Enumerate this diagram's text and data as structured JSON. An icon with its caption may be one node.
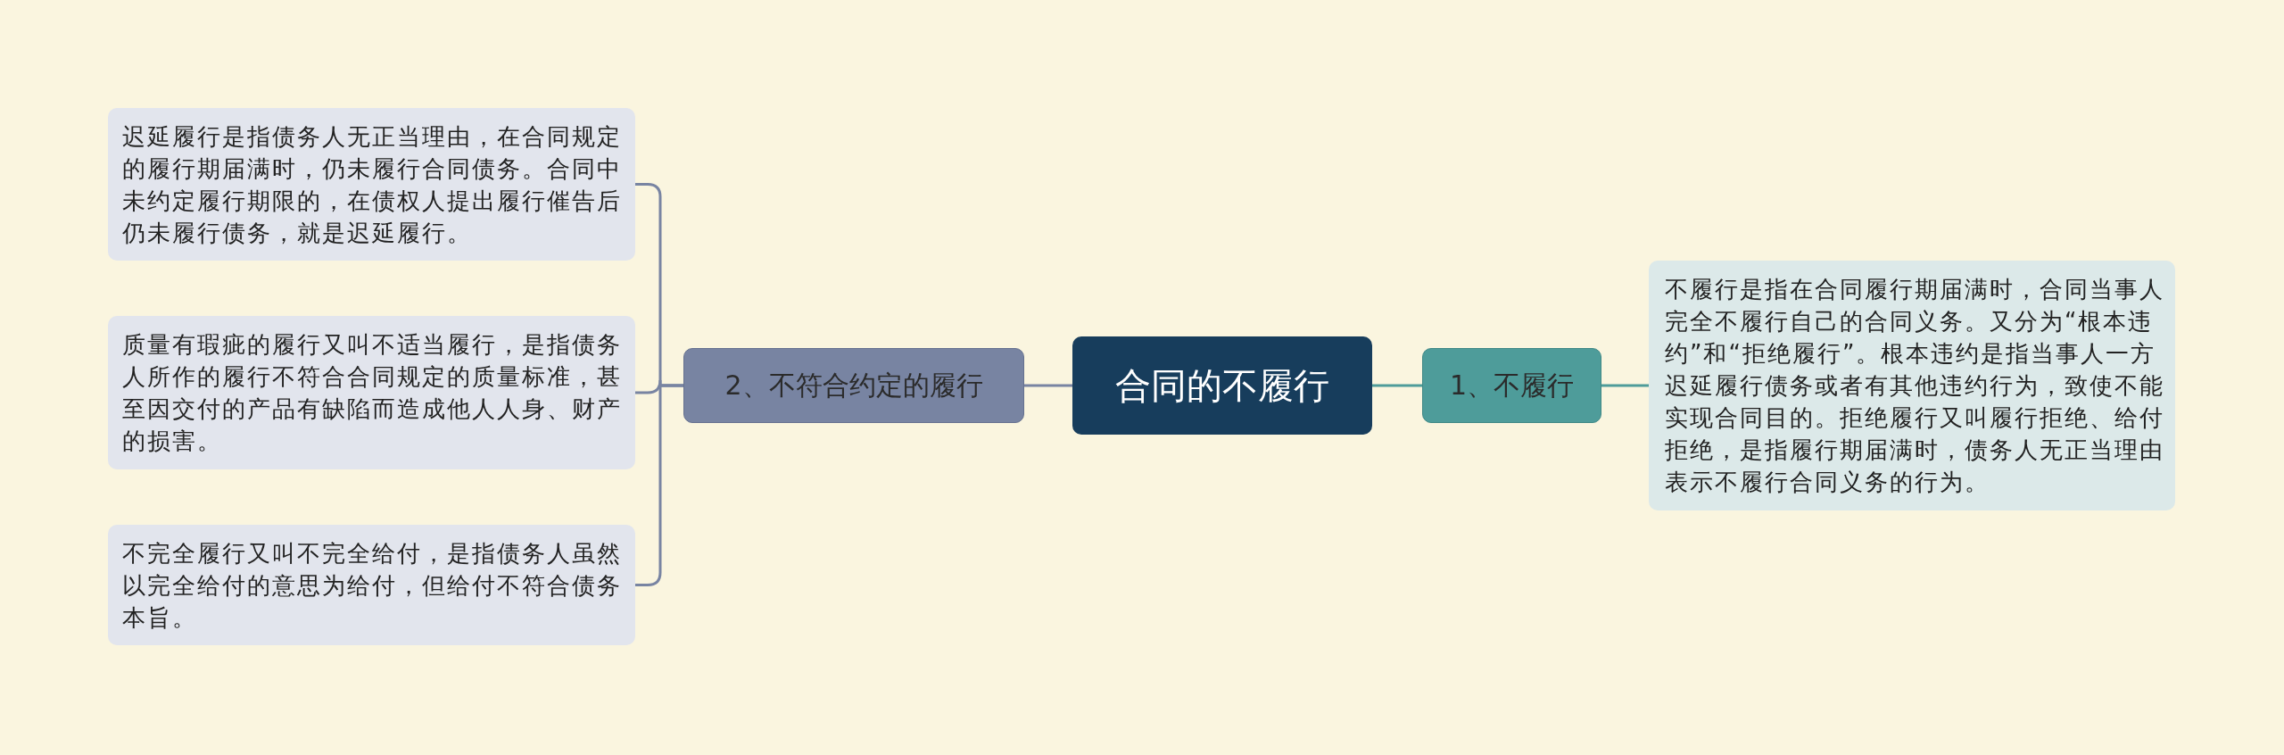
{
  "diagram": {
    "nodes": [
      {
        "text": [
          "合同的不履行"
        ]
      },
      {
        "text": [
          "1、不履行"
        ]
      },
      {
        "text": [
          "不履行是指在合同履行期届满时，合同当事人完全不履行自己的合同义务。又分为“根本违约”和“拒绝履行”。根本违约是指当事人一方迟延履行债务或者有其他违约行为，致使不能实现合同目的。拒绝履行又叫履行拒绝、给付拒绝，是指履行期届满时，债务人无正当理由表示不履行合同义务的行为。"
        ]
      },
      {
        "text": [
          "2、不符合约定的履行"
        ]
      },
      {
        "text": [
          "迟延履行是指债务人无正当理由，在合同规定的履行期届满时，仍未履行合同债务。合同中未约定履行期限的，在债权人提出履行催告后仍未履行债务，就是迟延履行。"
        ]
      },
      {
        "text": [
          "质量有瑕疵的履行又叫不适当履行，是指债务人所作的履行不符合合同规定的质量标准，甚至因交付的产品有缺陷而造成他人人身、财产的损害。"
        ]
      },
      {
        "text": [
          "不完全履行又叫不完全给付，是指债务人虽然以完全给付的意思为给付，但给付不符合债务本旨。"
        ]
      }
    ],
    "edges": [
      {
        "from": 0,
        "to": 1,
        "arrow": "none",
        "color": "#4e9c9a"
      },
      {
        "from": 1,
        "to": 2,
        "arrow": "none",
        "color": "#4e9c9a"
      },
      {
        "from": 0,
        "to": 3,
        "arrow": "none"
      },
      {
        "from": 3,
        "to": 4,
        "arrow": "none"
      },
      {
        "from": 3,
        "to": 5,
        "arrow": "none"
      },
      {
        "from": 3,
        "to": 6,
        "arrow": "none"
      }
    ]
  }
}
